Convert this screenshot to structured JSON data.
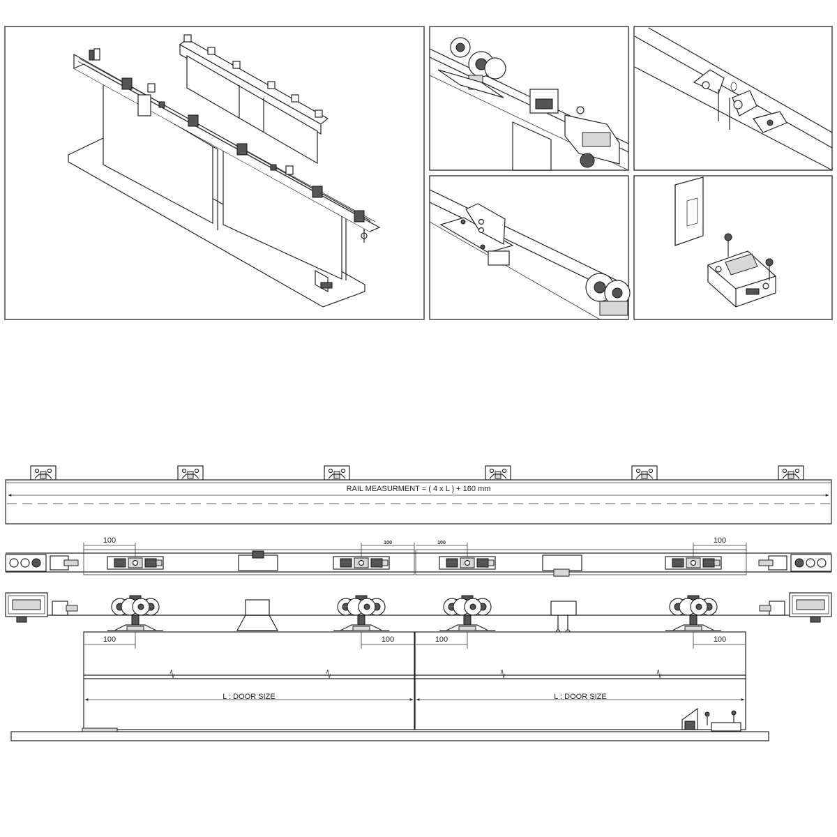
{
  "drawing": {
    "rail_label": "RAIL MEASURMENT = (  4 x L  )  + 160 mm",
    "door_size_left": "L : DOOR SIZE",
    "door_size_right": "L : DOOR SIZE",
    "dims": {
      "top_left": "100",
      "top_mid_right": "100",
      "top_mid_left": "100",
      "top_right": "100",
      "bot_left": "100",
      "bot_mid_right": "100",
      "bot_mid_left": "100",
      "bot_right": "100"
    }
  },
  "colors": {
    "line": "#222222",
    "background": "#ffffff",
    "panel_border": "#333333"
  }
}
